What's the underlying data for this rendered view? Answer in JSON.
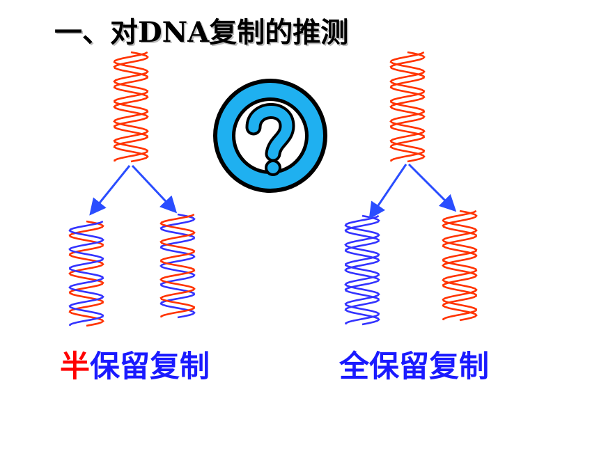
{
  "title": "一、对DNA复制的推测",
  "colors": {
    "old_strand": "#ff3300",
    "new_strand": "#3333ff",
    "arrow": "#2a4dff",
    "question_ring": "#1fb0f0",
    "highlight": "#ff0000",
    "label": "#1a1aff"
  },
  "icons": {
    "center": "question-mark-icon"
  },
  "models": [
    {
      "key": "semi",
      "label_highlight": "半",
      "label_rest": "保留复制",
      "parent": [
        "old",
        "old"
      ],
      "children": [
        [
          "old",
          "new"
        ],
        [
          "new",
          "old"
        ]
      ]
    },
    {
      "key": "full",
      "label_highlight": "",
      "label_rest": "全保留复制",
      "parent": [
        "old",
        "old"
      ],
      "children": [
        [
          "new",
          "new"
        ],
        [
          "old",
          "old"
        ]
      ]
    }
  ]
}
